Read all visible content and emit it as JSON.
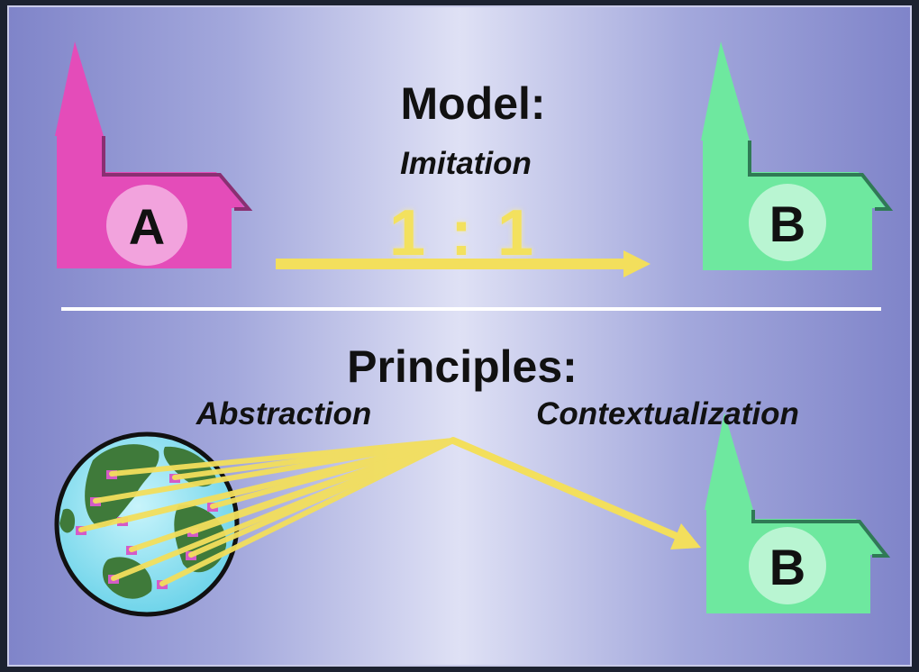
{
  "model": {
    "heading": "Model:",
    "subheading": "Imitation",
    "ratio": "1 : 1"
  },
  "principles": {
    "heading": "Principles:",
    "left_label": "Abstraction",
    "right_label": "Contextualization"
  },
  "churches": {
    "source_letter": "A",
    "target_letter": "B",
    "target2_letter": "B"
  },
  "colors": {
    "church_a": "#e44cb9",
    "church_b": "#6ee89f",
    "arrow": "#f3df5c",
    "divider": "#ffffff"
  }
}
